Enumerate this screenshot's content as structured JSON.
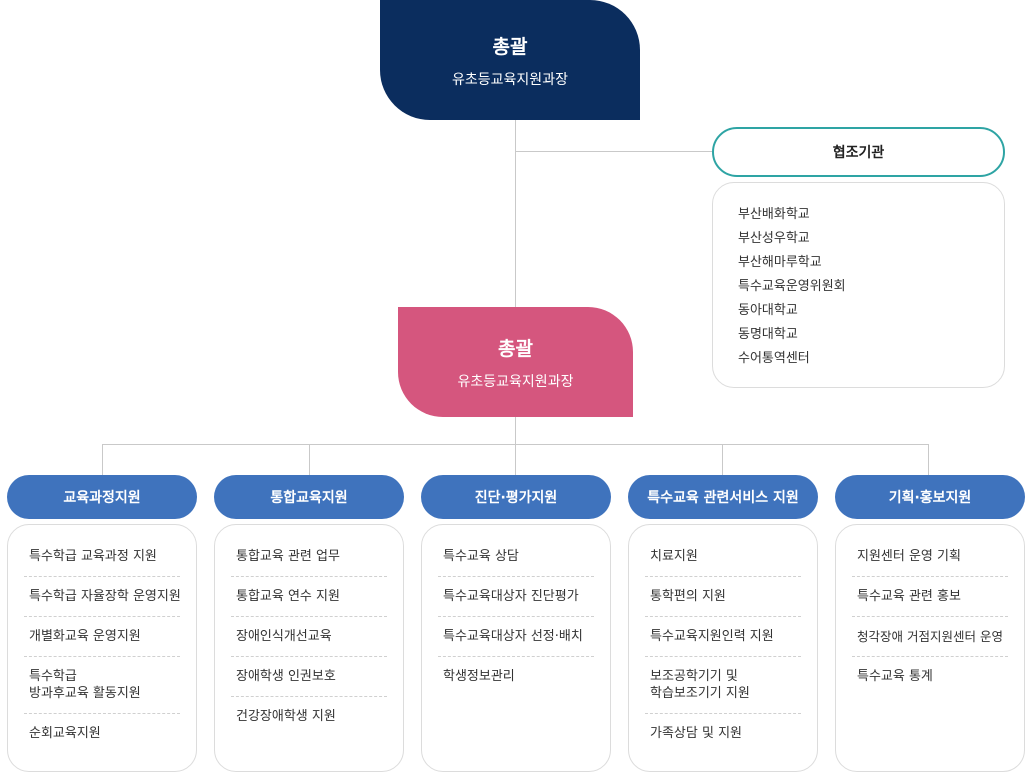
{
  "top": {
    "title": "총괄",
    "subtitle": "유초등교육지원과장"
  },
  "middle": {
    "title": "총괄",
    "subtitle": "유초등교육지원과장"
  },
  "cooperation": {
    "title": "협조기관",
    "items": [
      "부산배화학교",
      "부산성우학교",
      "부산해마루학교",
      "특수교육운영위원회",
      "동아대학교",
      "동명대학교",
      "수어통역센터"
    ]
  },
  "departments": [
    {
      "title": "교육과정지원",
      "items": [
        "특수학급 교육과정 지원",
        "특수학급 자율장학 운영지원",
        "개별화교육 운영지원",
        "특수학급\n방과후교육 활동지원",
        "순회교육지원"
      ]
    },
    {
      "title": "통합교육지원",
      "items": [
        "통합교육 관련 업무",
        "통합교육 연수 지원",
        "장애인식개선교육",
        "장애학생 인권보호",
        "건강장애학생 지원"
      ]
    },
    {
      "title": "진단·평가지원",
      "items": [
        "특수교육 상담",
        "특수교육대상자 진단평가",
        "특수교육대상자 선정·배치",
        "학생정보관리"
      ]
    },
    {
      "title": "특수교육 관련서비스 지원",
      "items": [
        "치료지원",
        "통학편의 지원",
        "특수교육지원인력 지원",
        "보조공학기기 및\n학습보조기기 지원",
        "가족상담 및 지원"
      ]
    },
    {
      "title": "기획·홍보지원",
      "items": [
        "지원센터 운영 기획",
        "특수교육 관련 홍보",
        "청각장애 거점지원센터 운영",
        "특수교육 통계"
      ]
    }
  ],
  "colors": {
    "top": "#0b2d5e",
    "middle": "#d5567e",
    "department": "#3f73bd",
    "cooperation_border": "#2ea4a4"
  }
}
